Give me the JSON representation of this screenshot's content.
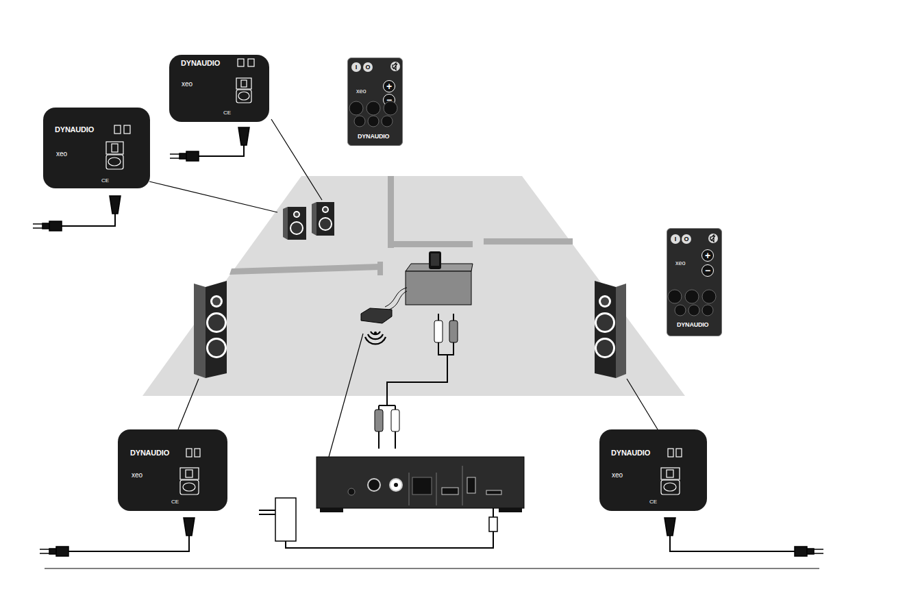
{
  "diagram": {
    "nodes": [
      {
        "text": [
          "DYNAUDIO",
          "xeo",
          "CE"
        ]
      },
      {
        "text": [
          "xeo",
          "DYNAUDIO"
        ]
      },
      {
        "text": [
          "I"
        ],
        "in": 1
      },
      {
        "text": [
          "O"
        ],
        "in": 1
      },
      {
        "text": [
          "+"
        ],
        "in": 1
      },
      {
        "text": [
          "−"
        ],
        "in": 1
      },
      {
        "text": [
          "DYNAUDIO",
          "xeo",
          "CE"
        ]
      },
      {
        "text": [
          "xeo",
          "DYNAUDIO"
        ]
      },
      {
        "text": [
          "I"
        ],
        "in": 7
      },
      {
        "text": [
          "O"
        ],
        "in": 7
      },
      {
        "text": [
          "+"
        ],
        "in": 7
      },
      {
        "text": [
          "−"
        ],
        "in": 7
      },
      {
        "text": [
          "DYNAUDIO",
          "xeo",
          "CE"
        ]
      },
      {
        "text": [
          "DYNAUDIO",
          "xeo",
          "CE"
        ]
      }
    ]
  }
}
